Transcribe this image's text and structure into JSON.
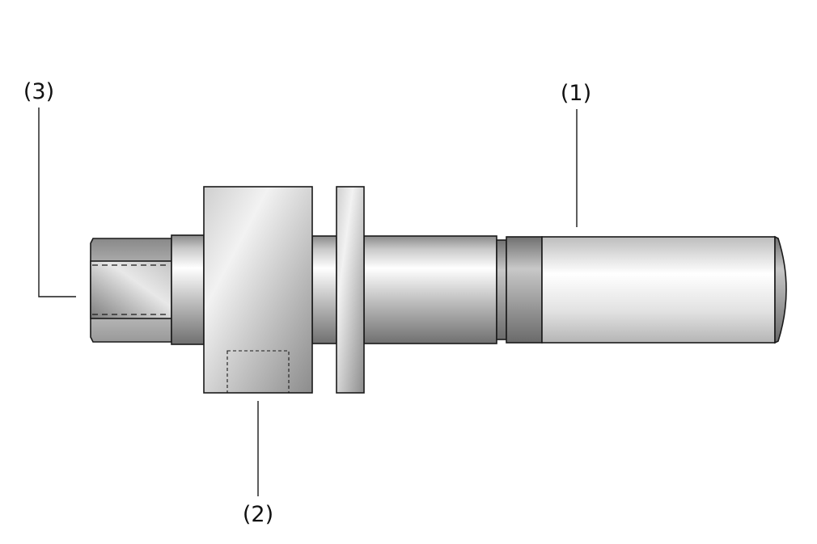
{
  "labels": {
    "part1": "(1)",
    "part2": "(2)",
    "part3": "(3)"
  },
  "colors": {
    "outline": "#1a1a1a",
    "highlight": "#ffffff",
    "shade": "#7a7a7a"
  }
}
